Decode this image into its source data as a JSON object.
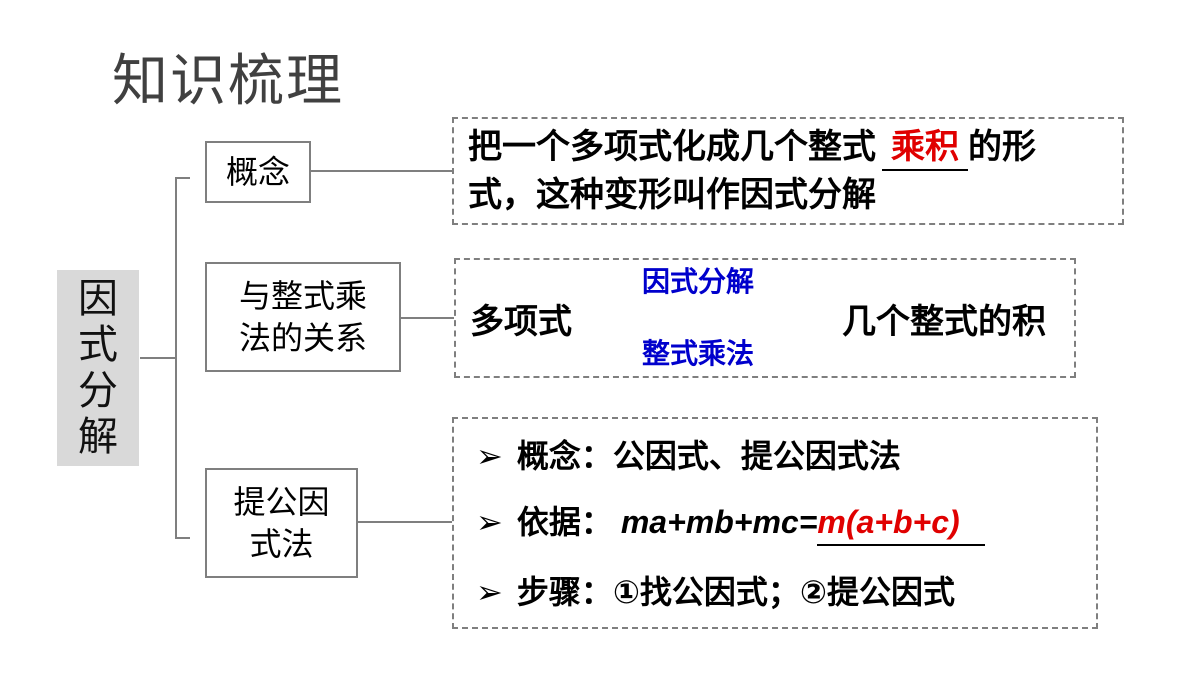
{
  "title": "知识梳理",
  "root": {
    "chars": [
      "因",
      "式",
      "分",
      "解"
    ]
  },
  "branches": {
    "concept": {
      "label": "概念",
      "text_before": "把一个多项式化成几个整式",
      "blank": "乘积",
      "text_after": "的形",
      "text_line2": "式，这种变形叫作因式分解"
    },
    "relation": {
      "label_line1": "与整式乘",
      "label_line2": "法的关系",
      "left": "多项式",
      "right": "几个整式的积",
      "arrow_top": "因式分解",
      "arrow_bottom": "整式乘法"
    },
    "method": {
      "label_line1": "提公因",
      "label_line2": "式法",
      "item1_label": "概念：",
      "item1_value": "公因式、提公因式法",
      "item2_label": "依据：",
      "item2_expr": "ma+mb+mc=",
      "item2_answer": "m(a+b+c)",
      "item3_label": "步骤：",
      "item3_value": "①找公因式；②提公因式"
    }
  },
  "colors": {
    "answer": "#e00000",
    "arrow_label": "#0000cc",
    "line": "#7f7f7f"
  }
}
